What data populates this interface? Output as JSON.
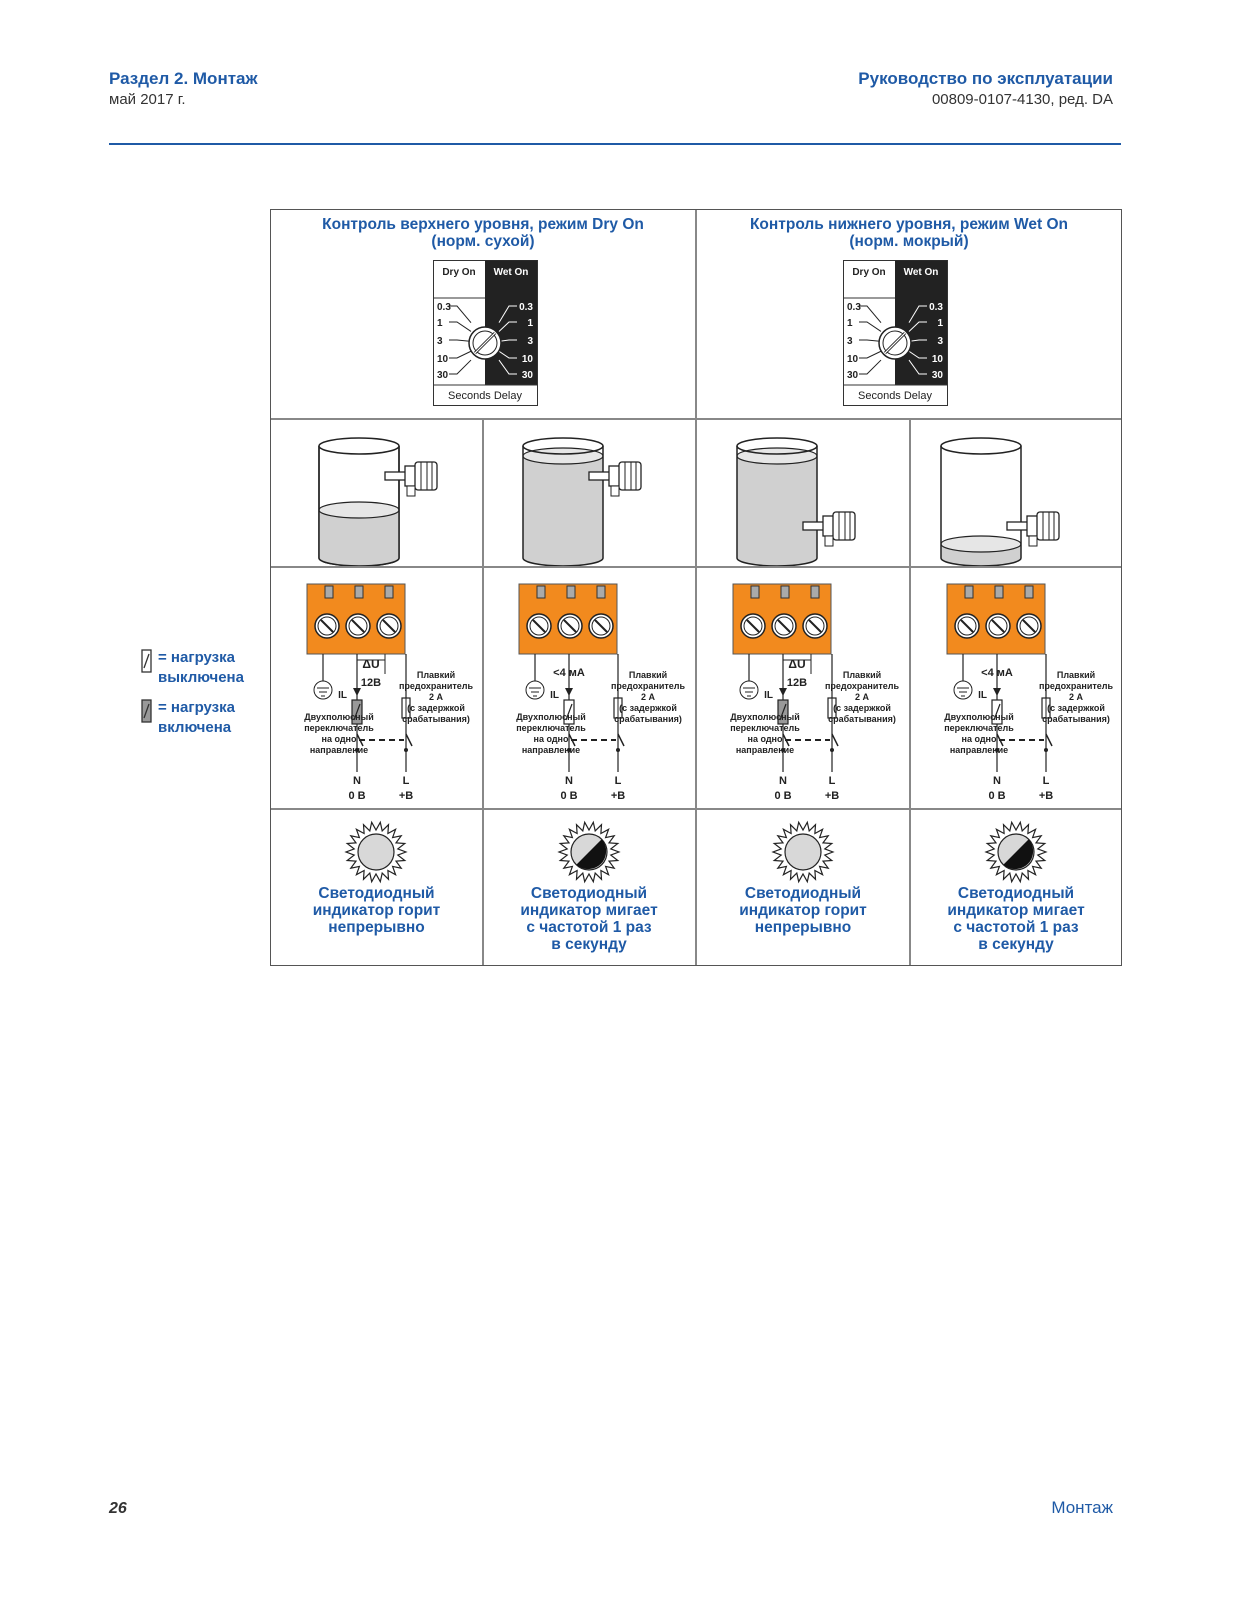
{
  "header": {
    "section": "Раздел 2. Монтаж",
    "date": "май 2017 г.",
    "manual": "Руководство по эксплуатации",
    "docnum": "00809-0107-4130, ред. DA"
  },
  "footer": {
    "page": "26",
    "section": "Монтаж"
  },
  "legend": {
    "off": [
      "= нагрузка",
      "выключена"
    ],
    "on": [
      "= нагрузка",
      "включена"
    ]
  },
  "columns": [
    {
      "title": [
        "Контроль верхнего уровня, режим Dry On",
        "(норм. сухой)"
      ]
    },
    {
      "title": [
        "Контроль нижнего уровня, режим Wet On",
        "(норм. мокрый)"
      ]
    }
  ],
  "switch": {
    "dry_on": "Dry On",
    "wet_on": "Wet On",
    "delays": [
      "0.3",
      "1",
      "3",
      "10",
      "30"
    ],
    "caption": "Seconds Delay"
  },
  "wiring": {
    "delta_u": "ΔU",
    "volt": "12B",
    "current": "<4 мА",
    "il": "IL",
    "fuse": [
      "Плавкий",
      "предохранитель",
      "2 А",
      "(с задержкой",
      "срабатывания)"
    ],
    "switch_label": [
      "Двухполюсный",
      "переключатель",
      "на одно",
      "направление"
    ],
    "n": "N",
    "l": "L",
    "zero_v": "0 В",
    "plus_v": "+В"
  },
  "leds": [
    {
      "caption": [
        "Светодиодный",
        "индикатор горит",
        "непрерывно"
      ]
    },
    {
      "caption": [
        "Светодиодный",
        "индикатор мигает",
        "с частотой 1 раз",
        "в секунду"
      ]
    },
    {
      "caption": [
        "Светодиодный",
        "индикатор горит",
        "непрерывно"
      ]
    },
    {
      "caption": [
        "Светодиодный",
        "индикатор мигает",
        "с частотой 1 раз",
        "в секунду"
      ]
    }
  ],
  "colors": {
    "accent": "#1f5aa6",
    "terminal": "#f28a1e",
    "liquid": "#d0d0d0"
  }
}
